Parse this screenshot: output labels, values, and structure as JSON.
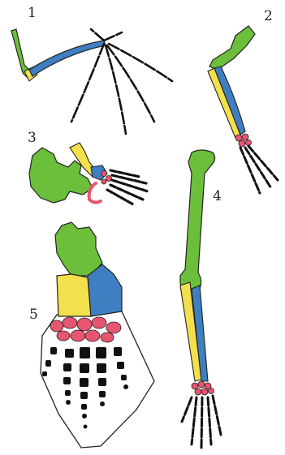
{
  "figure": {
    "labels": [
      "1",
      "2",
      "3",
      "4",
      "5"
    ]
  },
  "colors": {
    "humerus": "#6bbf3a",
    "radius": "#f4e04d",
    "ulna": "#3f7fc1",
    "carpals": "#e85570",
    "digits": "#111111",
    "outline": "#222222",
    "skin": "#ffffff"
  },
  "bones": {
    "humerus": "green",
    "radius": "yellow",
    "ulna": "blue",
    "carpals": "red",
    "digits": "black"
  }
}
